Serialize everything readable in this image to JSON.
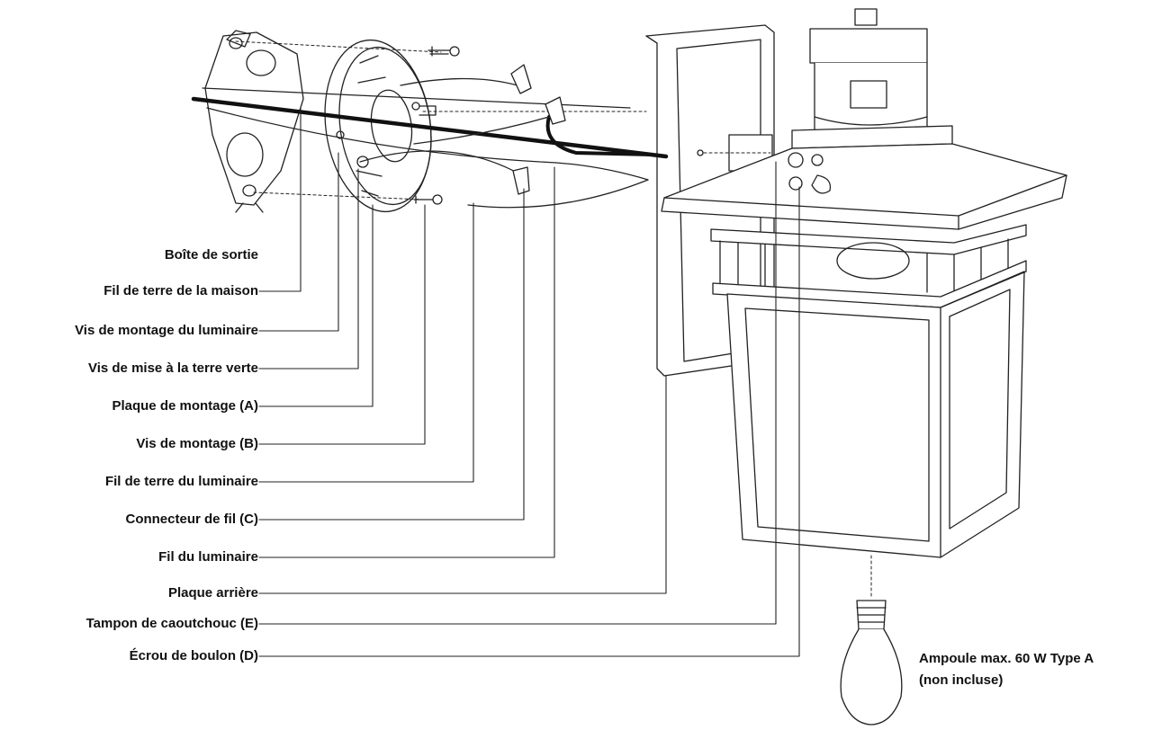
{
  "labels": [
    "Boîte de sortie",
    "Fil de terre de la maison",
    "Vis de montage du luminaire",
    "Vis de mise à la terre verte",
    "Plaque de montage (A)",
    "Vis de montage (B)",
    "Fil de terre du luminaire",
    "Connecteur de fil (C)",
    "Fil du luminaire",
    "Plaque arrière",
    "Tampon de caoutchouc (E)",
    "Écrou de boulon (D)"
  ],
  "bulb_note": {
    "line1": "Ampoule max. 60 W Type A",
    "line2": "(non incluse)"
  },
  "colors": {
    "ink": "#111111",
    "fill": "#ffffff",
    "wire": "#111111"
  }
}
